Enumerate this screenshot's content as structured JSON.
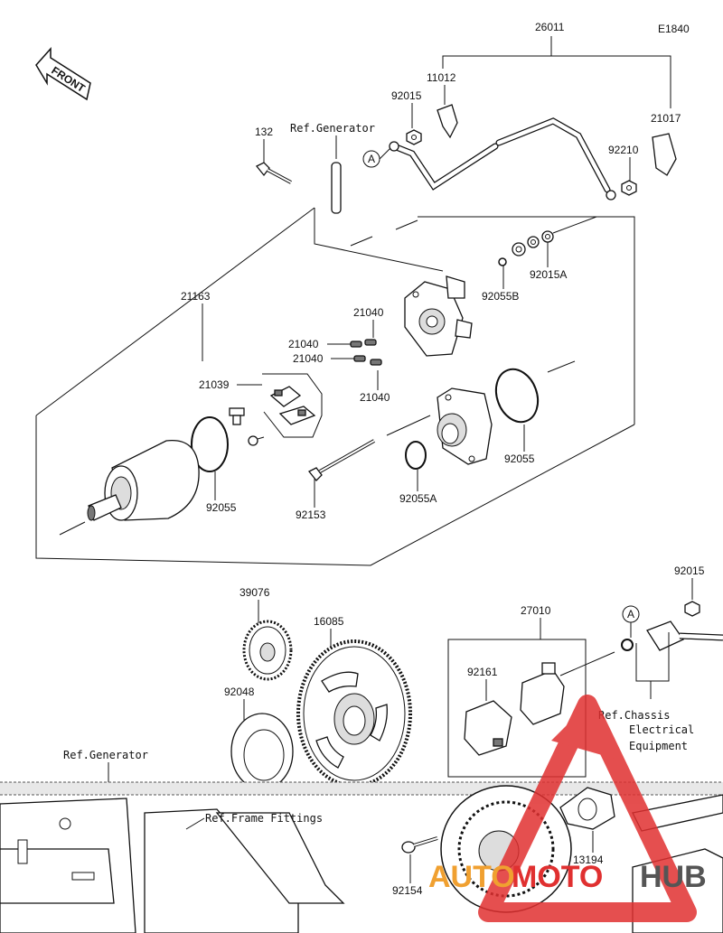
{
  "diagram": {
    "code": "E1840",
    "front_label": "FRONT",
    "callout_a": "A",
    "labels": {
      "p26011": "26011",
      "p11012": "11012",
      "p92015_top": "92015",
      "p21017": "21017",
      "p92210": "92210",
      "p132": "132",
      "ref_generator_top": "Ref.Generator",
      "p92015a": "92015A",
      "p92055b": "92055B",
      "p21163": "21163",
      "p21040_a": "21040",
      "p21040_b": "21040",
      "p21040_c": "21040",
      "p21040_d": "21040",
      "p21039": "21039",
      "p92055_left": "92055",
      "p92153": "92153",
      "p92055a": "92055A",
      "p92055_right": "92055",
      "p39076": "39076",
      "p16085": "16085",
      "p92048": "92048",
      "p27010": "27010",
      "p92161": "92161",
      "p92015_bottom": "92015",
      "ref_chassis_1": "Ref.Chassis",
      "ref_chassis_2": "Electrical",
      "ref_chassis_3": "Equipment",
      "ref_generator_bottom": "Ref.Generator",
      "ref_frame": "Ref.Frame Fittings",
      "p92154": "92154",
      "p13194": "13194"
    }
  },
  "watermark": {
    "text_part1": "AUTO",
    "text_part2": "MOTO",
    "text_part3": "HUB",
    "color_red": "#e03030",
    "color_orange": "#f0a030",
    "color_gray": "#555555"
  }
}
